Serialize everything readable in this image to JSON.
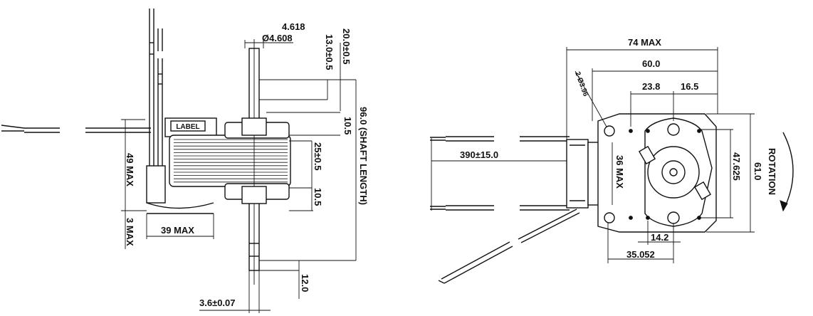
{
  "side_view": {
    "label_plate": "LABEL",
    "dim_shaft_dia_max": "4.618",
    "dim_shaft_dia_min": "Ø4.608",
    "dim_upper_shaft_len": "20.0±0.5",
    "dim_upper_shaft_len2": "13.0±0.5",
    "dim_shaft_length": "96.0 (SHAFT LENGTH)",
    "dim_upper_boss": "10.5",
    "dim_core_height": "25±0.5",
    "dim_lower_boss": "10.5",
    "dim_height_max": "49 MAX",
    "dim_base": "3 MAX",
    "dim_width_max": "39 MAX",
    "dim_lower_shaft": "12.0",
    "dim_flat": "3.6±0.07"
  },
  "front_view": {
    "dim_overall_width": "74 MAX",
    "dim_hole_span": "60.0",
    "dim_hole_a": "23.8",
    "dim_hole_b": "16.5",
    "dim_holes": "2-Ø3.96",
    "dim_lead_length": "390±15.0",
    "dim_coil_width": "36 MAX",
    "dim_hole_height": "47.625",
    "dim_overall_height": "61.0",
    "dim_rotation": "ROTATION",
    "dim_bottom_a": "14.2",
    "dim_bottom_b": "35.052"
  }
}
